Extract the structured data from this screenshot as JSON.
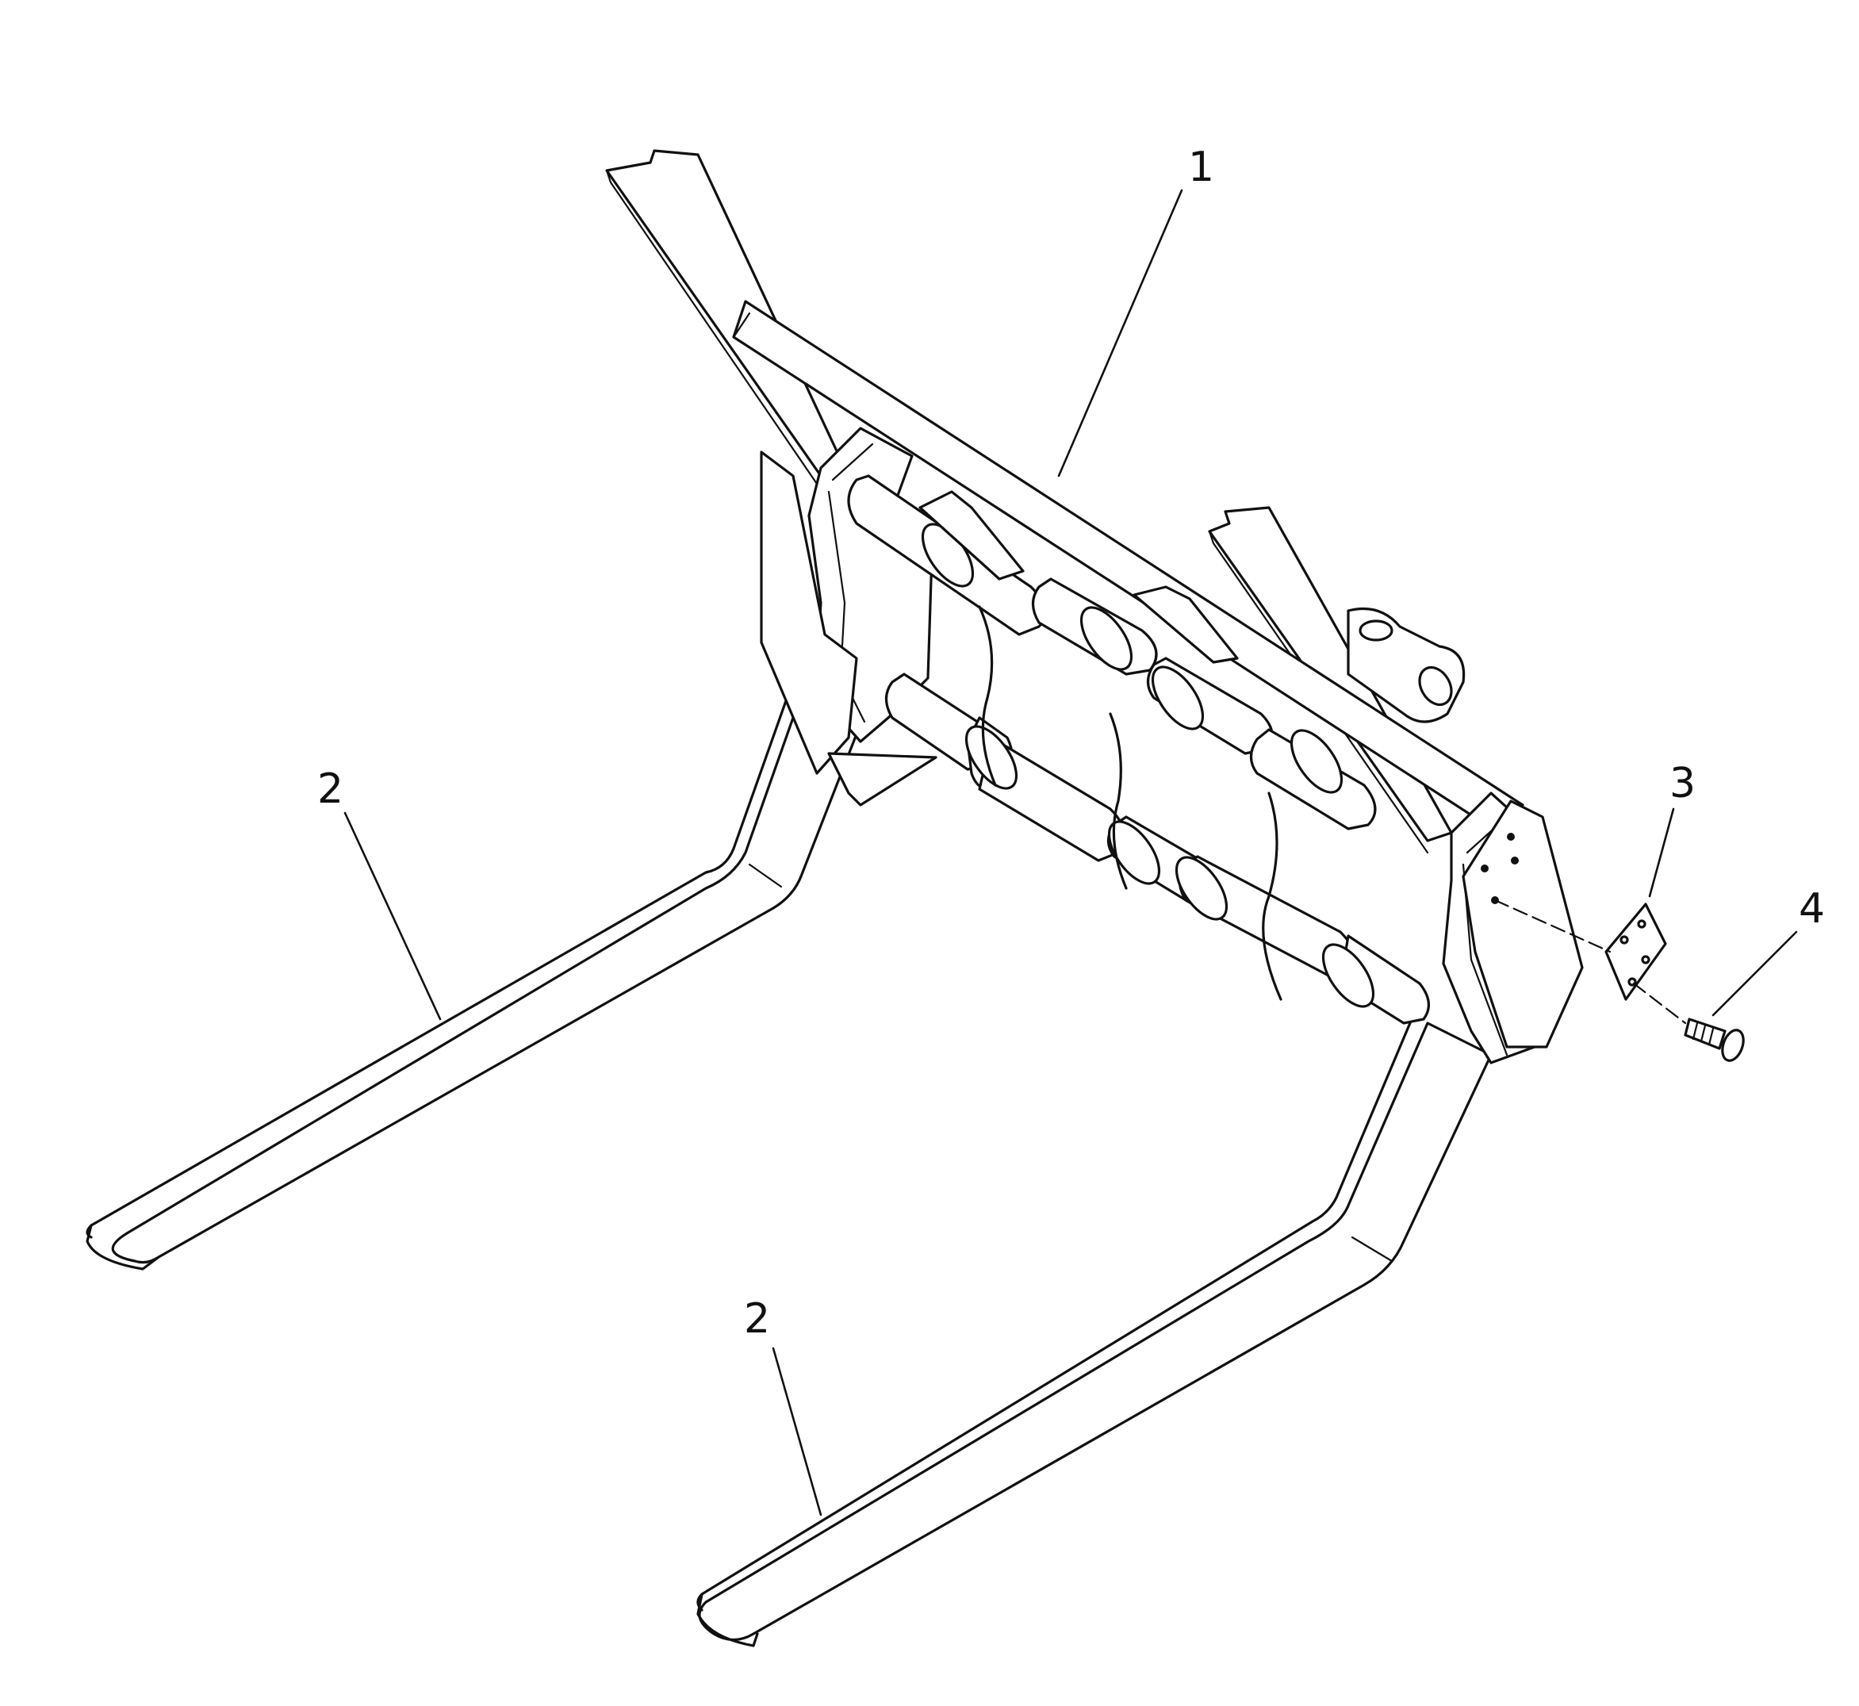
{
  "callouts": [
    {
      "id": "c1",
      "text": "1"
    },
    {
      "id": "c2a",
      "text": "2"
    },
    {
      "id": "c2b",
      "text": "2"
    },
    {
      "id": "c3",
      "text": "3"
    },
    {
      "id": "c4",
      "text": "4"
    }
  ]
}
